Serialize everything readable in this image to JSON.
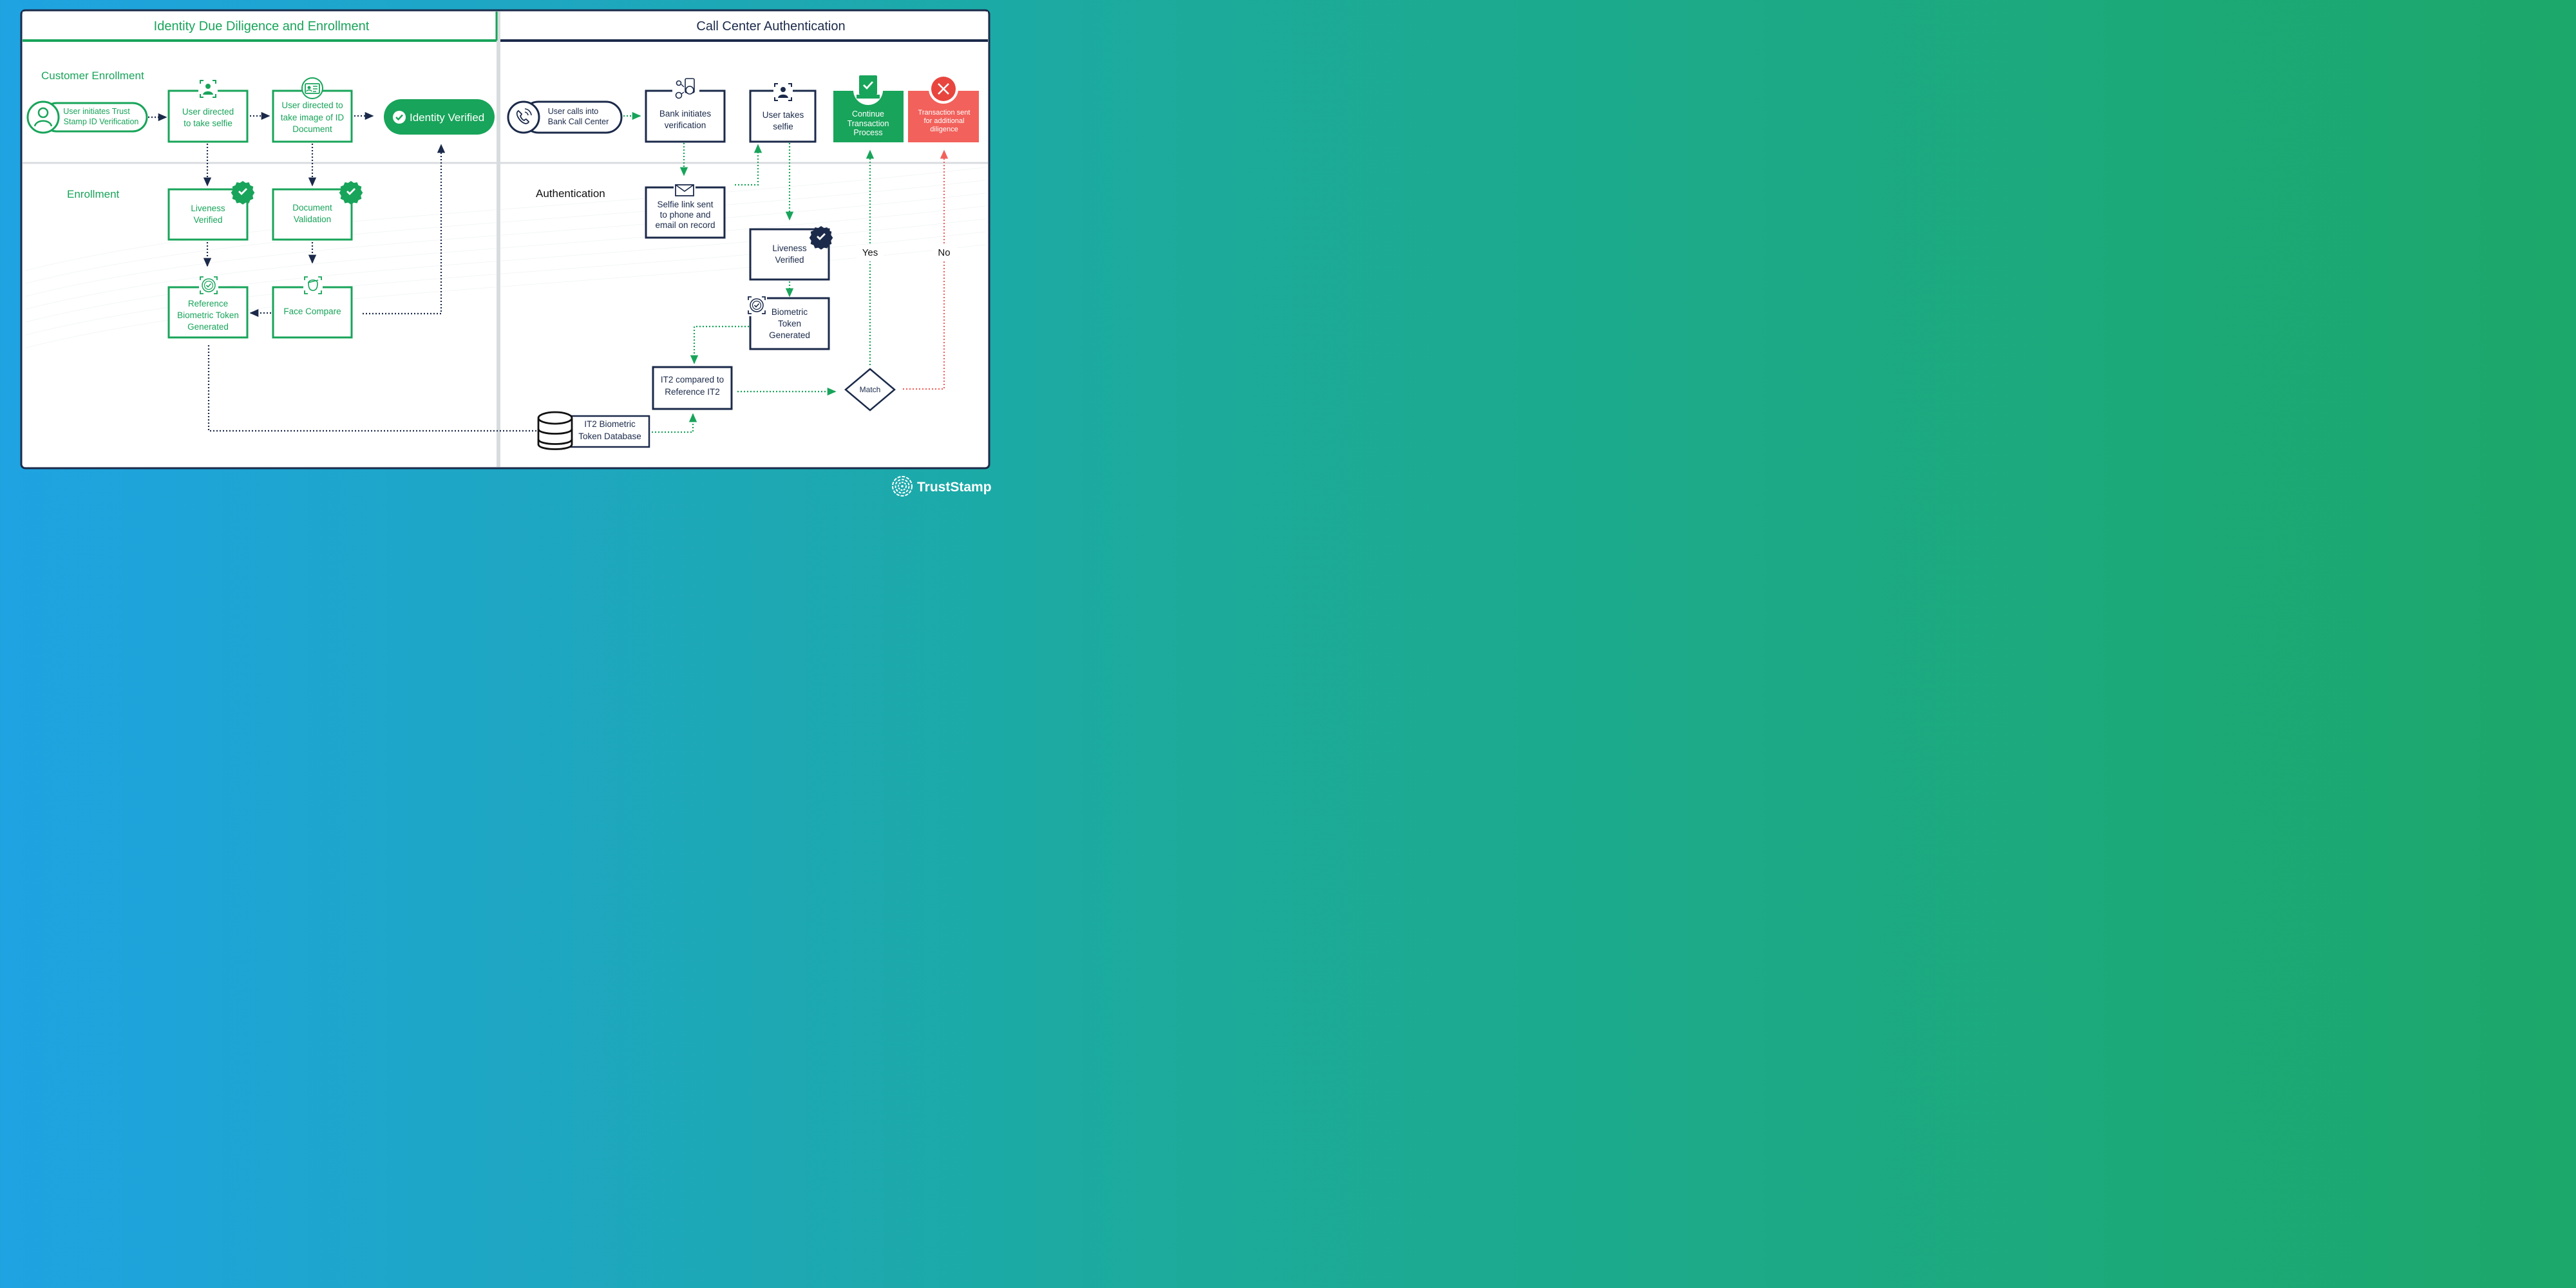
{
  "colors": {
    "green": "#18a45a",
    "navy": "#1b2a4a",
    "red": "#f2615b",
    "panel_bg": "#ffffff"
  },
  "left_panel": {
    "title": "Identity Due Diligence and Enrollment",
    "section_customer_enrollment": "Customer Enrollment",
    "section_enrollment": "Enrollment",
    "start_pill": [
      "User initiates Trust",
      "Stamp ID Verification"
    ],
    "selfie_box": [
      "User directed",
      "to take selfie"
    ],
    "id_box": [
      "User directed to",
      "take image of ID",
      "Document"
    ],
    "identity_verified": "Identity Verified",
    "liveness_box": [
      "Liveness",
      "Verified"
    ],
    "document_box": [
      "Document",
      "Validation"
    ],
    "reference_token_box": [
      "Reference",
      "Biometric Token",
      "Generated"
    ],
    "face_compare_box": "Face Compare"
  },
  "right_panel": {
    "title": "Call Center Authentication",
    "section_authentication": "Authentication",
    "call_pill": [
      "User calls into",
      "Bank Call Center"
    ],
    "bank_box": [
      "Bank initiates",
      "verification"
    ],
    "user_selfie_box": [
      "User takes",
      "selfie"
    ],
    "continue_box": [
      "Continue",
      "Transaction",
      "Process"
    ],
    "rejected_box": [
      "Transaction sent",
      "for additional",
      "diligence"
    ],
    "selfie_link_box": [
      "Selfie link sent",
      "to phone and",
      "email on record"
    ],
    "liveness_box": [
      "Liveness",
      "Verified"
    ],
    "biometric_box": [
      "Biometric",
      "Token",
      "Generated"
    ],
    "compare_box": [
      "IT2 compared to",
      "Reference IT2"
    ],
    "match_diamond": "Match",
    "yes_label": "Yes",
    "no_label": "No",
    "database_box": [
      "IT2 Biometric",
      "Token Database"
    ]
  },
  "brand": {
    "name": "TrustStamp"
  },
  "icons": [
    "user-circle-icon",
    "selfie-frame-icon",
    "id-card-icon",
    "checkmark-icon",
    "phone-icon",
    "bank-verification-icon",
    "envelope-icon",
    "biometric-token-icon",
    "face-scan-icon",
    "x-icon",
    "database-icon",
    "truststamp-logo-icon"
  ]
}
